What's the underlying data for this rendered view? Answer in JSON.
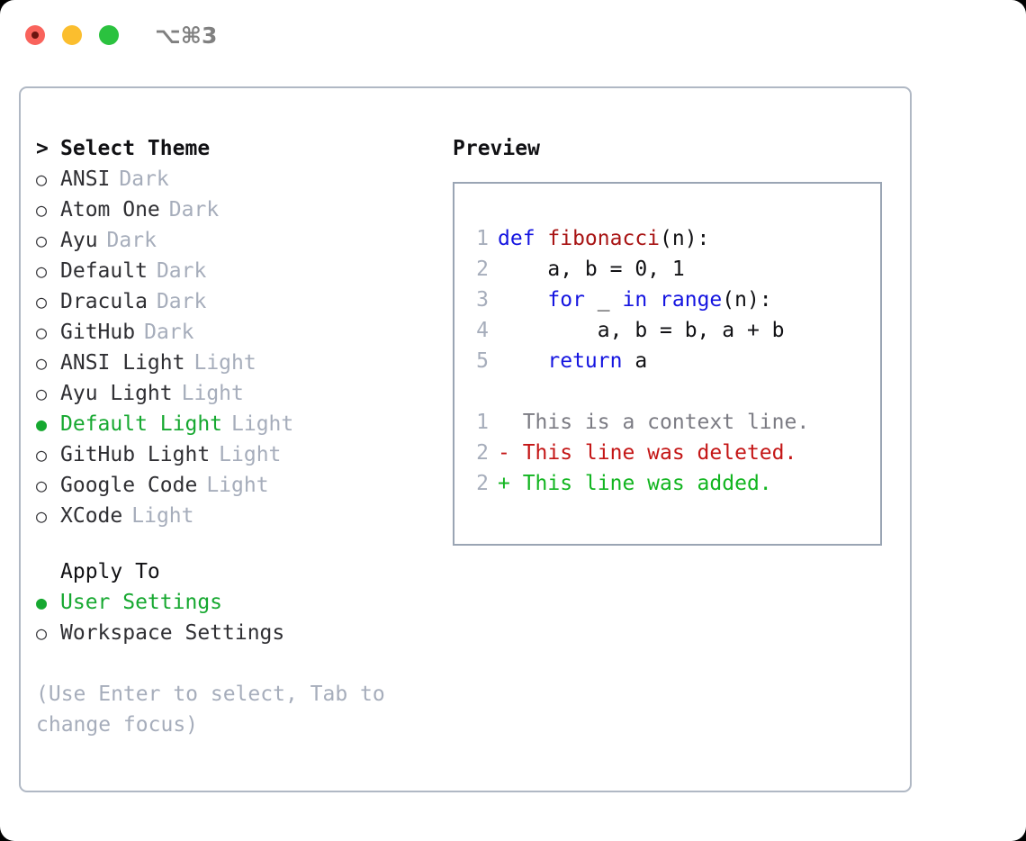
{
  "titlebar": {
    "shortcut": "⌥⌘3",
    "dots": [
      {
        "name": "close",
        "color": "#f9635c"
      },
      {
        "name": "minimize",
        "color": "#fbbe2e"
      },
      {
        "name": "zoom",
        "color": "#2bc23f"
      }
    ]
  },
  "theme_picker": {
    "header_marker": ">",
    "header_label": "Select Theme",
    "unselected_marker": "○",
    "selected_marker": "●",
    "items": [
      {
        "label": "ANSI",
        "tag": "Dark",
        "selected": false
      },
      {
        "label": "Atom One",
        "tag": "Dark",
        "selected": false
      },
      {
        "label": "Ayu",
        "tag": "Dark",
        "selected": false
      },
      {
        "label": "Default",
        "tag": "Dark",
        "selected": false
      },
      {
        "label": "Dracula",
        "tag": "Dark",
        "selected": false
      },
      {
        "label": "GitHub",
        "tag": "Dark",
        "selected": false
      },
      {
        "label": "ANSI Light",
        "tag": "Light",
        "selected": false
      },
      {
        "label": "Ayu Light",
        "tag": "Light",
        "selected": false
      },
      {
        "label": "Default Light",
        "tag": "Light",
        "selected": true
      },
      {
        "label": "GitHub Light",
        "tag": "Light",
        "selected": false
      },
      {
        "label": "Google Code",
        "tag": "Light",
        "selected": false
      },
      {
        "label": "XCode",
        "tag": "Light",
        "selected": false
      }
    ]
  },
  "apply_to": {
    "header_label": "Apply To",
    "items": [
      {
        "label": "User Settings",
        "selected": true
      },
      {
        "label": "Workspace Settings",
        "selected": false
      }
    ]
  },
  "hint": "(Use Enter to select, Tab to change focus)",
  "preview": {
    "title": "Preview",
    "code_lines": [
      {
        "n": "1",
        "parts": [
          {
            "t": "def ",
            "c": "kw"
          },
          {
            "t": "fibonacci",
            "c": "fn"
          },
          {
            "t": "(n):",
            "c": "code-text"
          }
        ]
      },
      {
        "n": "2",
        "parts": [
          {
            "t": "    a, b = 0, 1",
            "c": "code-text"
          }
        ]
      },
      {
        "n": "3",
        "parts": [
          {
            "t": "    ",
            "c": "code-text"
          },
          {
            "t": "for",
            "c": "kw"
          },
          {
            "t": " _ ",
            "c": "code-text"
          },
          {
            "t": "in range",
            "c": "kw"
          },
          {
            "t": "(n):",
            "c": "code-text"
          }
        ]
      },
      {
        "n": "4",
        "parts": [
          {
            "t": "        a, b = b, a + b",
            "c": "code-text"
          }
        ]
      },
      {
        "n": "5",
        "parts": [
          {
            "t": "    ",
            "c": "code-text"
          },
          {
            "t": "return",
            "c": "kw"
          },
          {
            "t": " a",
            "c": "code-text"
          }
        ]
      }
    ],
    "diff_lines": [
      {
        "n": "1",
        "text": "  This is a context line.",
        "kind": "ctx"
      },
      {
        "n": "2",
        "text": "- This line was deleted.",
        "kind": "del"
      },
      {
        "n": "2",
        "text": "+ This line was added.",
        "kind": "add"
      }
    ]
  },
  "colors": {
    "accent_green": "#16a830",
    "panel_border": "#b0b8c4",
    "preview_border": "#9aa5b4",
    "muted_text": "#a6adbb",
    "keyword_blue": "#1414e0",
    "function_red": "#a81414",
    "diff_delete": "#c41616",
    "diff_add": "#12b520",
    "context_gray": "#7b7b83"
  }
}
